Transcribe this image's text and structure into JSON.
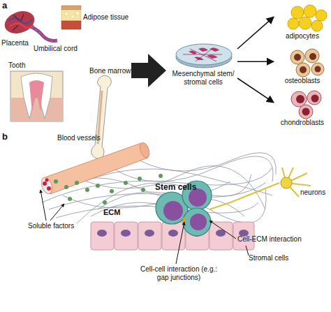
{
  "diagram": {
    "nodes": [
      {
        "text": [
          "Mesenchymal stem/ stromal cells"
        ]
      },
      {
        "text": [
          "adipocytes"
        ]
      },
      {
        "text": [
          "osteoblasts"
        ]
      },
      {
        "text": [
          "chondroblasts"
        ]
      }
    ],
    "edges": [
      {
        "from": 0,
        "to": 1,
        "arrow": "to"
      },
      {
        "from": 0,
        "to": 2,
        "arrow": "to"
      },
      {
        "from": 0,
        "to": 3,
        "arrow": "to"
      }
    ],
    "labels": [
      "a",
      "Placenta",
      "Umbilical cord",
      "Adipose tissue",
      "Tooth",
      "Bone marrow",
      "b",
      "Blood vessels",
      "Soluble factors",
      "ECM",
      "Stem cells",
      "neurons",
      "Cell-ECM interaction",
      "Stromal cells",
      "Cell-cell interaction (e.g.: gap junctions)"
    ]
  }
}
